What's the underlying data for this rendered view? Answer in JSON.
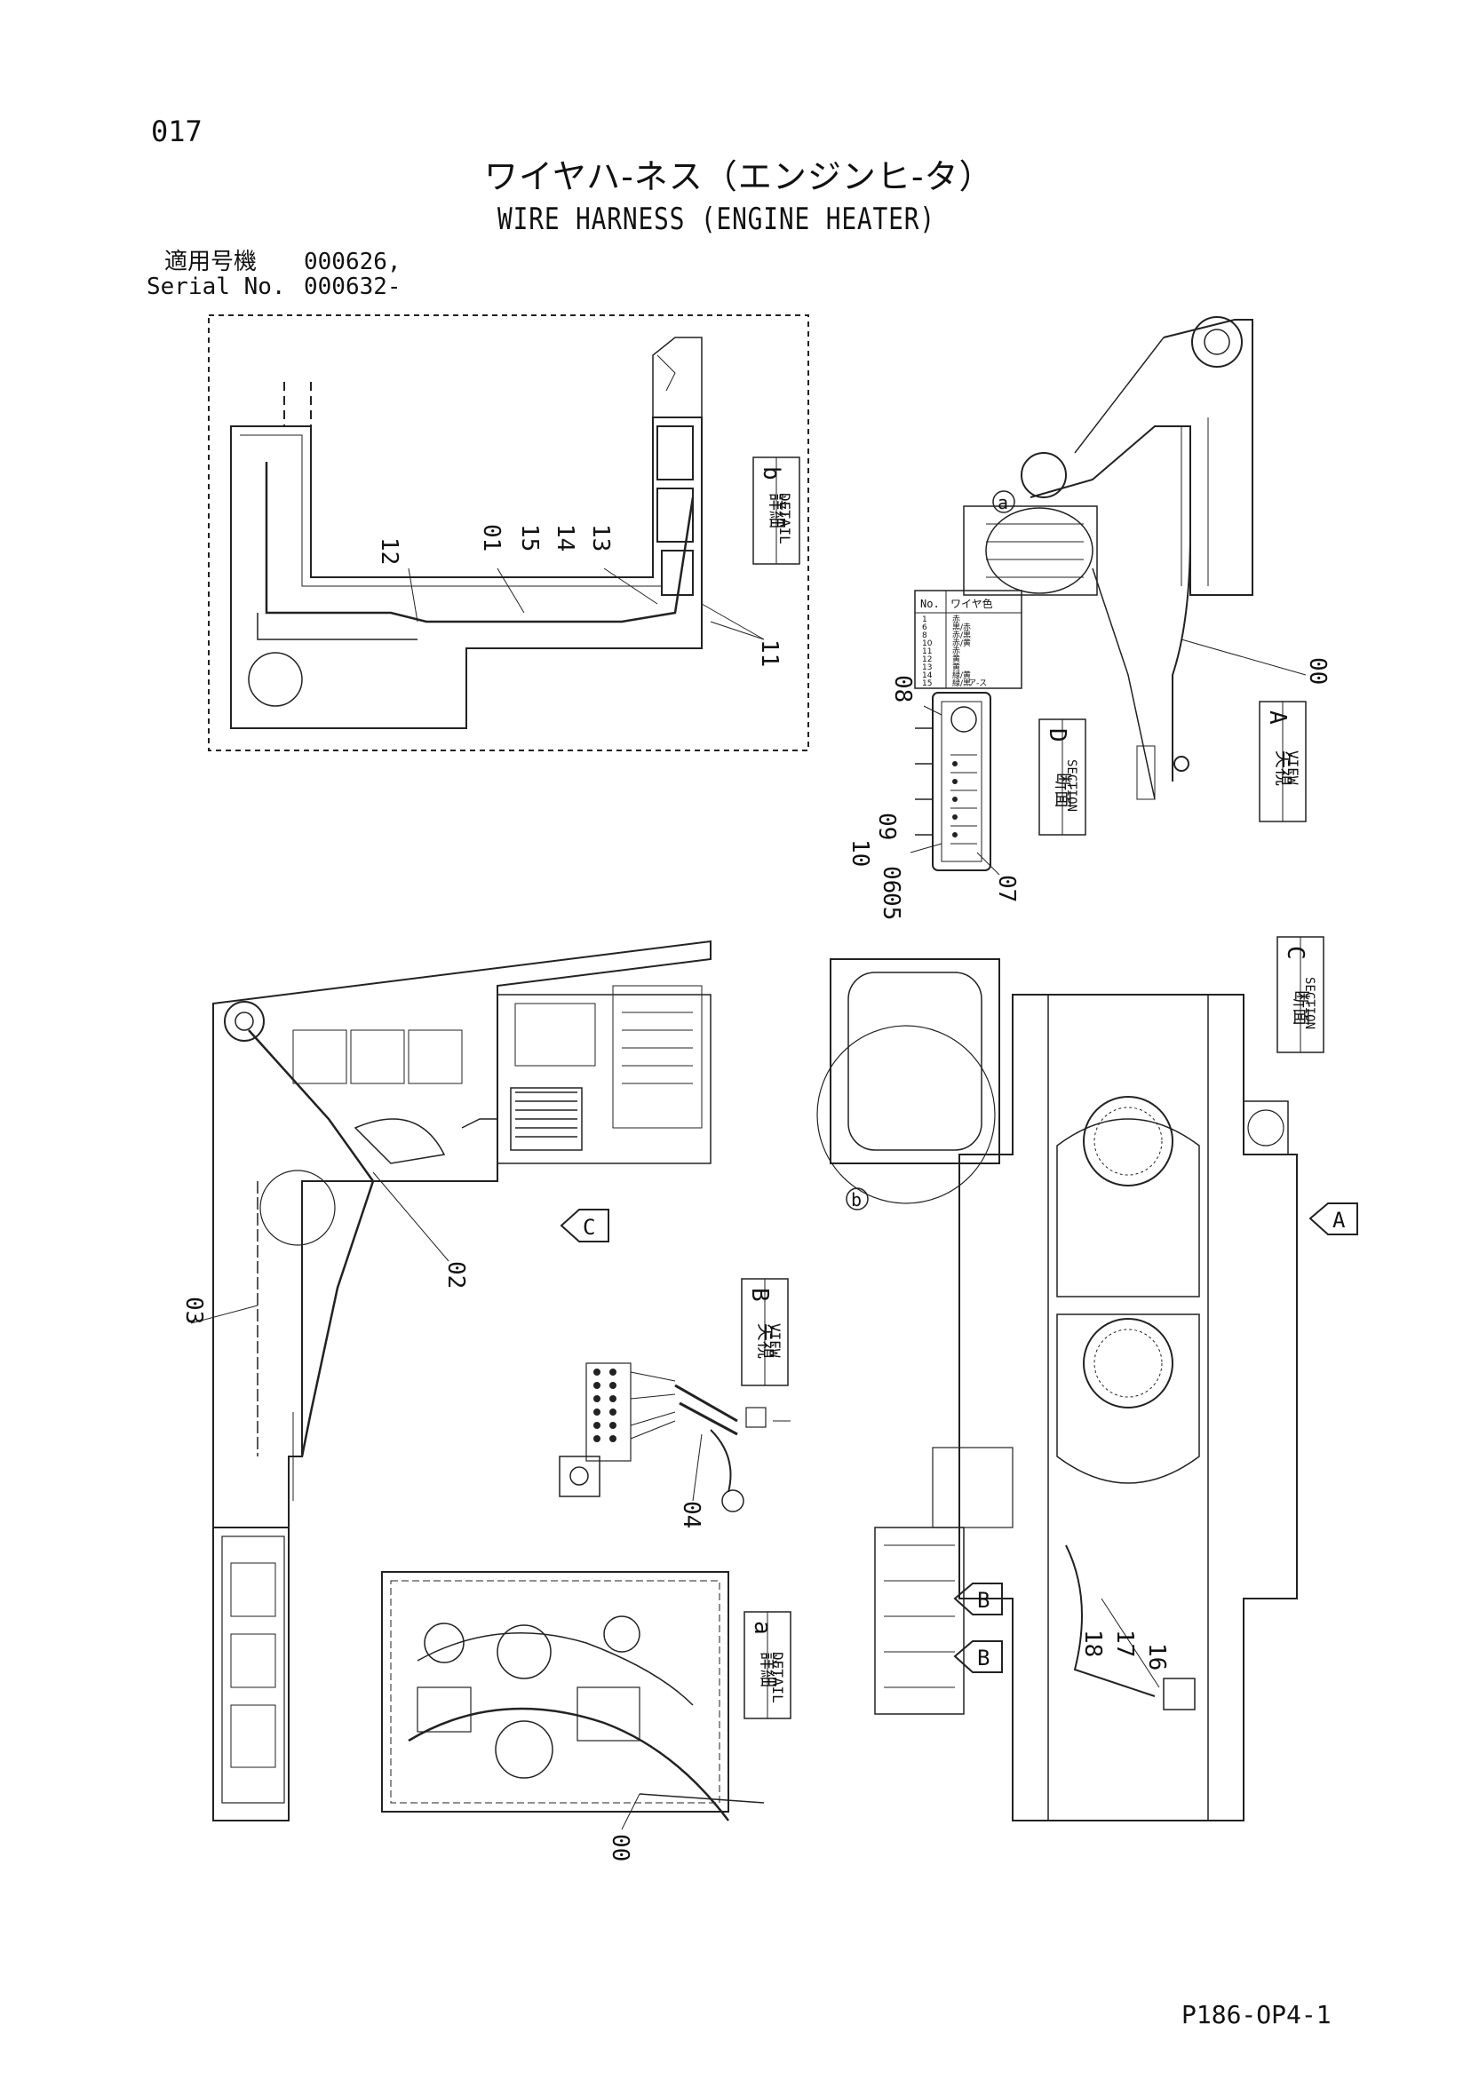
{
  "header": {
    "page_number": "017",
    "title_jp": "ワイヤハ-ネス（エンジンヒ-タ）",
    "title_en": "WIRE HARNESS (ENGINE HEATER)",
    "serial_label_jp": "適用号機",
    "serial_value_jp": "000626,",
    "serial_label_en": "Serial No.",
    "serial_value_en": "000632-"
  },
  "footer": {
    "doc_code": "P186-OP4-1"
  },
  "callouts": {
    "c00a": "00",
    "c00b": "00",
    "c01": "01",
    "c02": "02",
    "c03": "03",
    "c04": "04",
    "c05": "05",
    "c06": "06",
    "c07": "07",
    "c08": "08",
    "c09": "09",
    "c10": "10",
    "c11": "11",
    "c12": "12",
    "c13": "13",
    "c14": "14",
    "c15": "15",
    "c16": "16",
    "c17": "17",
    "c18": "18"
  },
  "view_labels": {
    "detail_b_jp": "詳細",
    "detail_b_en": "DETAIL",
    "detail_b_letter": "b",
    "detail_a_jp": "詳細",
    "detail_a_en": "DETAIL",
    "detail_a_letter": "a",
    "view_a_jp": "矢視",
    "view_a_en": "VIEW",
    "view_a_letter": "A",
    "view_b_jp": "矢視",
    "view_b_en": "VIEW",
    "view_b_letter": "B",
    "section_c_jp": "断面",
    "section_c_en": "SECTION",
    "section_c_letter": "C",
    "section_d_jp": "断面",
    "section_d_en": "SECTION",
    "section_d_letter": "D"
  },
  "markers": {
    "circle_a": "a",
    "circle_b": "b",
    "arrow_c": "C",
    "arrow_a": "A",
    "arrow_b1": "B",
    "arrow_b2": "B"
  },
  "wire_table": {
    "headers": [
      "No.",
      "ワイヤ色"
    ],
    "rows": [
      [
        "1",
        "赤"
      ],
      [
        "6",
        "黒/赤"
      ],
      [
        "8",
        "赤/黒"
      ],
      [
        "10",
        "赤/黄"
      ],
      [
        "11",
        "赤"
      ],
      [
        "12",
        "黄"
      ],
      [
        "13",
        "黄"
      ],
      [
        "14",
        "緑/黄"
      ],
      [
        "15",
        "緑/黒"
      ],
      [
        "ア-ス",
        ""
      ]
    ]
  }
}
